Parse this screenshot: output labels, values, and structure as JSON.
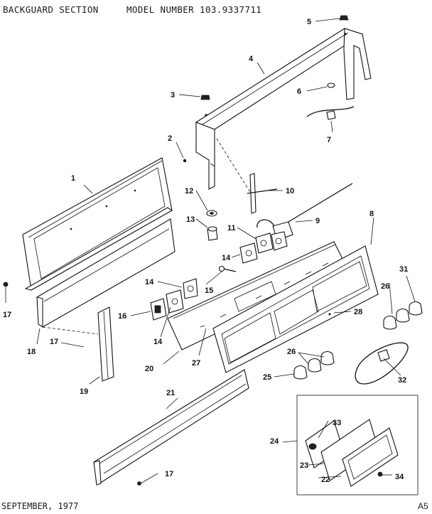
{
  "header": {
    "section_title": "BACKGUARD SECTION",
    "model_label": "MODEL NUMBER 103.9337711"
  },
  "footer": {
    "date": "SEPTEMBER, 1977",
    "page_code": "A5"
  },
  "callouts": [
    "1",
    "2",
    "3",
    "4",
    "5",
    "6",
    "7",
    "8",
    "9",
    "10",
    "11",
    "12",
    "13",
    "14",
    "14",
    "14",
    "15",
    "16",
    "17",
    "17",
    "17",
    "18",
    "19",
    "20",
    "21",
    "22",
    "23",
    "24",
    "25",
    "26",
    "26",
    "27",
    "28",
    "31",
    "32",
    "33",
    "34"
  ]
}
